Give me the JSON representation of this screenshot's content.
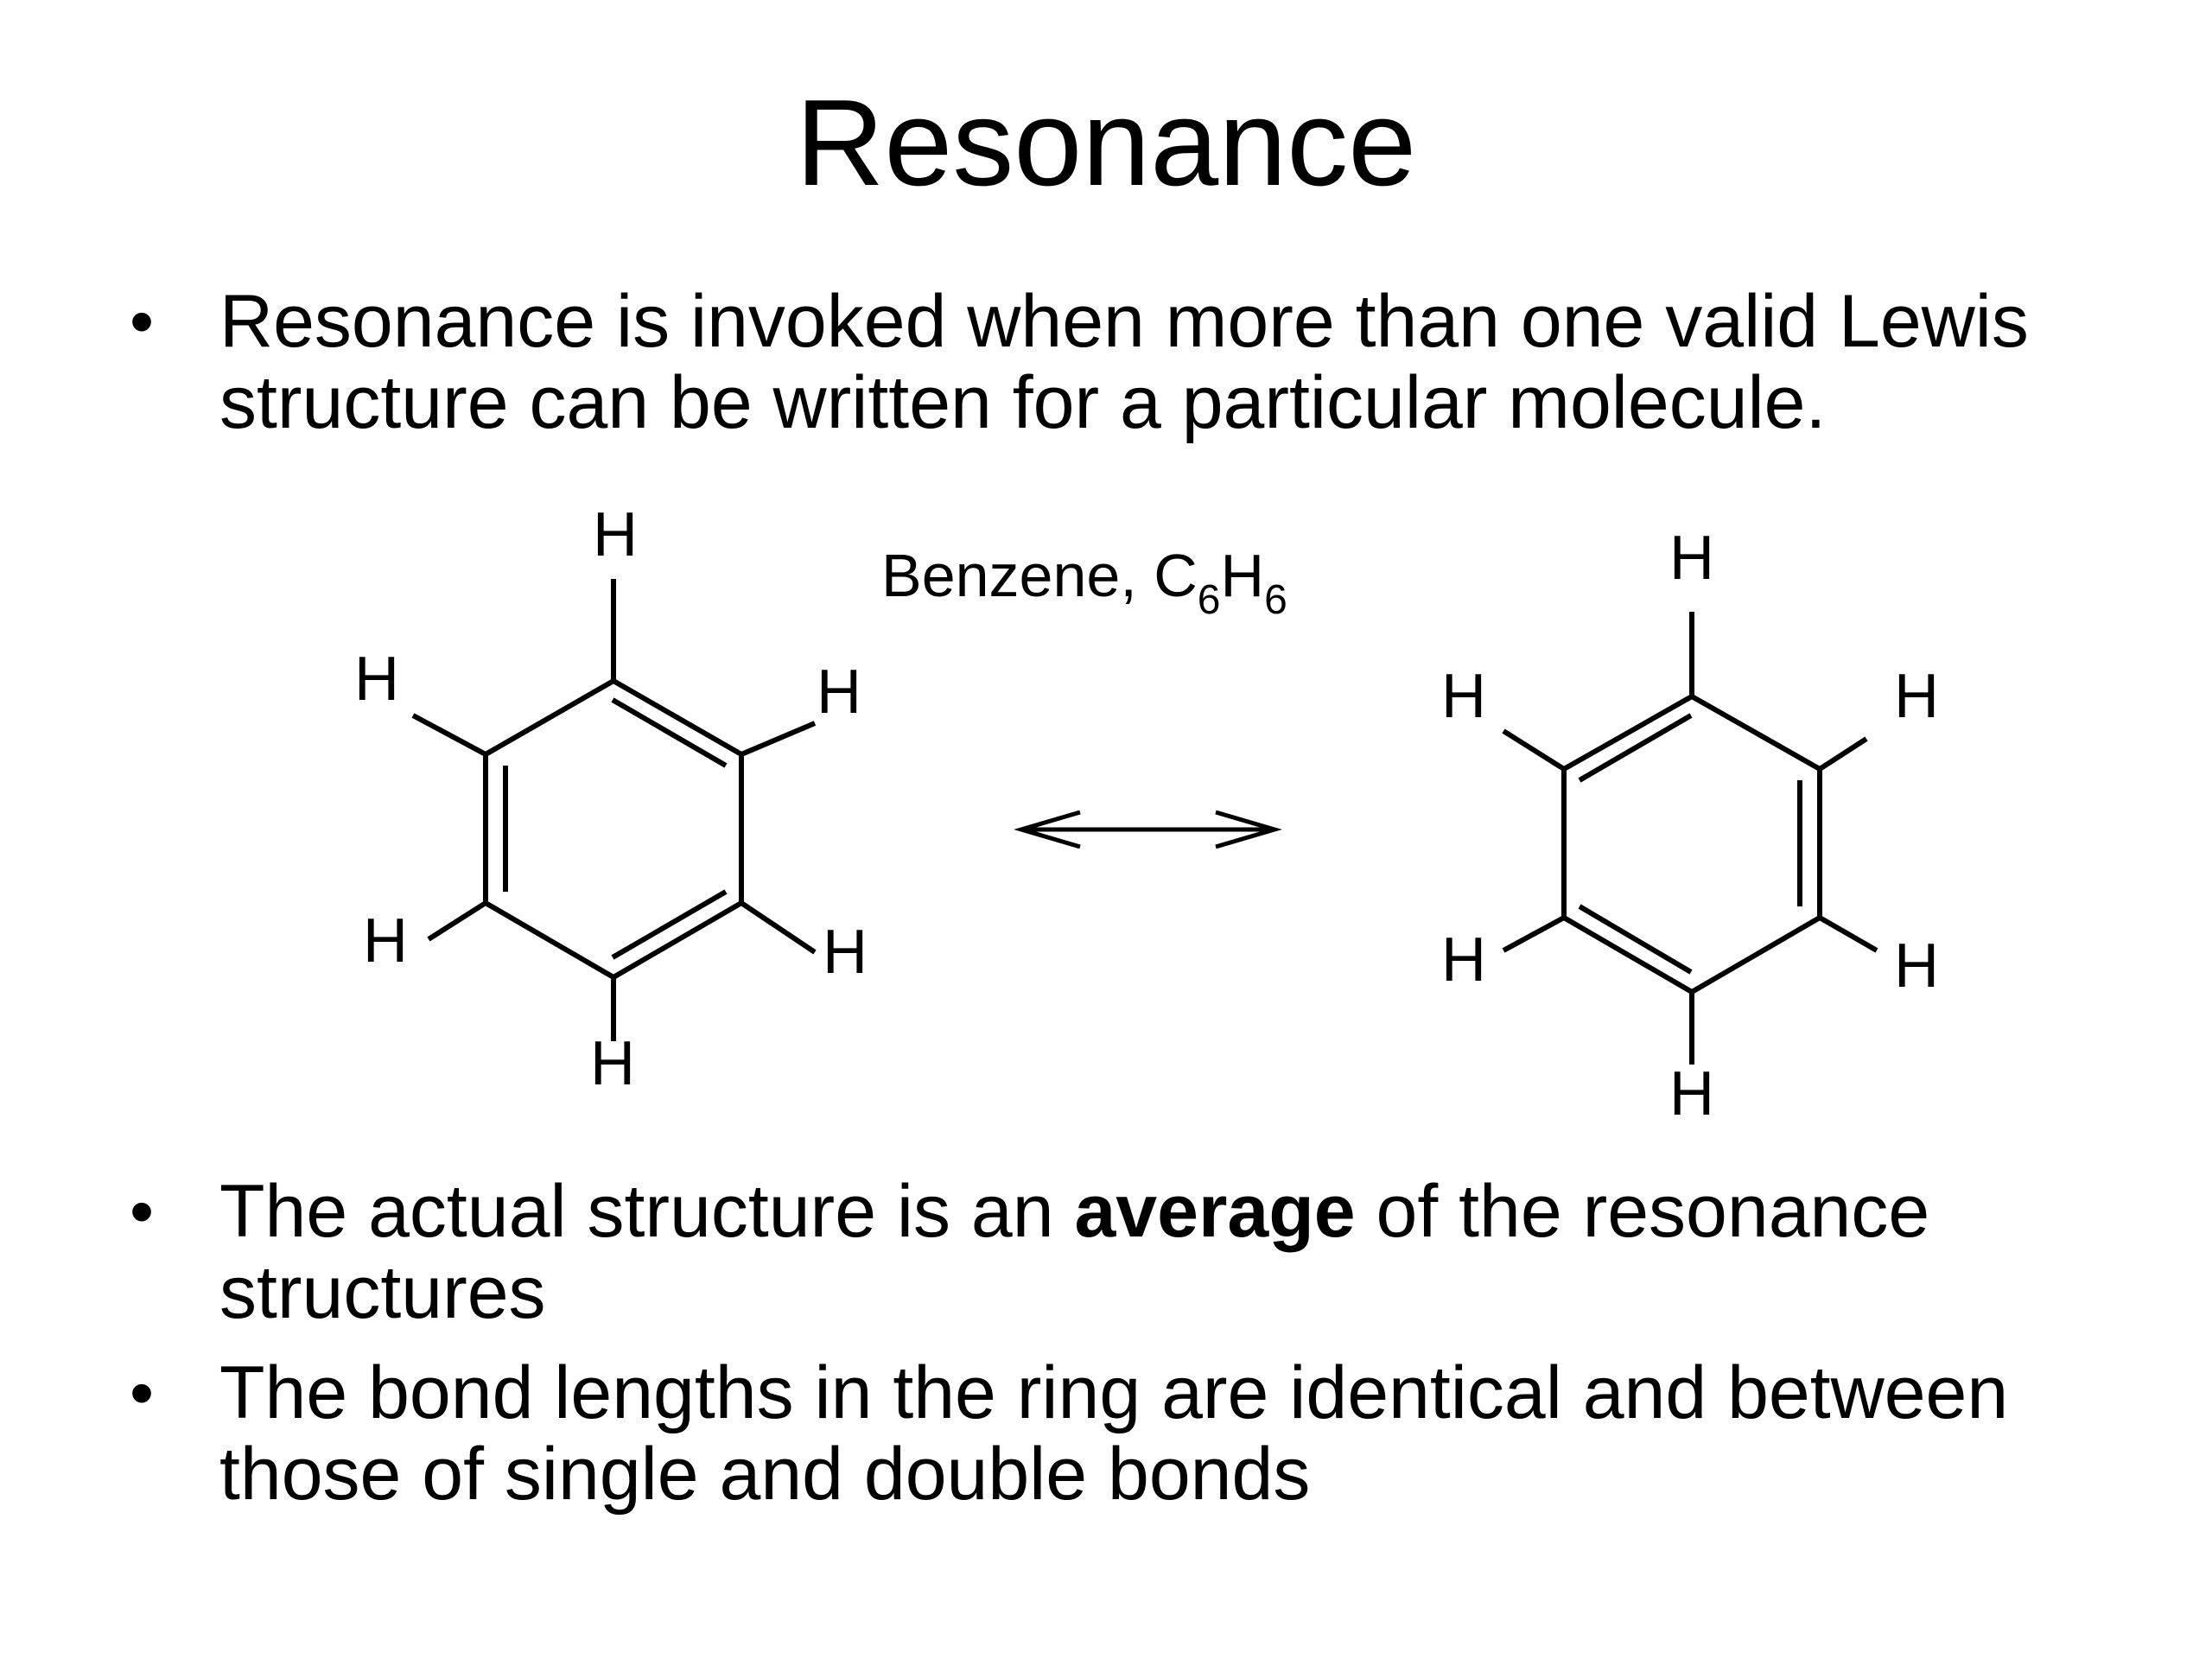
{
  "slide": {
    "title": "Resonance"
  },
  "bullets_top": [
    {
      "marker": "•",
      "text": "Resonance is invoked when more than one valid Lewis structure can be written for a particular molecule."
    }
  ],
  "diagram": {
    "label_main": "Benzene, C",
    "label_sub1": "6",
    "label_mid": "H",
    "label_sub2": "6",
    "atom_label": "H"
  },
  "bullets_bottom": [
    {
      "marker": "•",
      "text_before": "The actual structure is an ",
      "text_bold": "average",
      "text_after": " of the resonance structures"
    },
    {
      "marker": "•",
      "text": "The bond lengths in the ring are identical and between those of single and double bonds"
    }
  ]
}
